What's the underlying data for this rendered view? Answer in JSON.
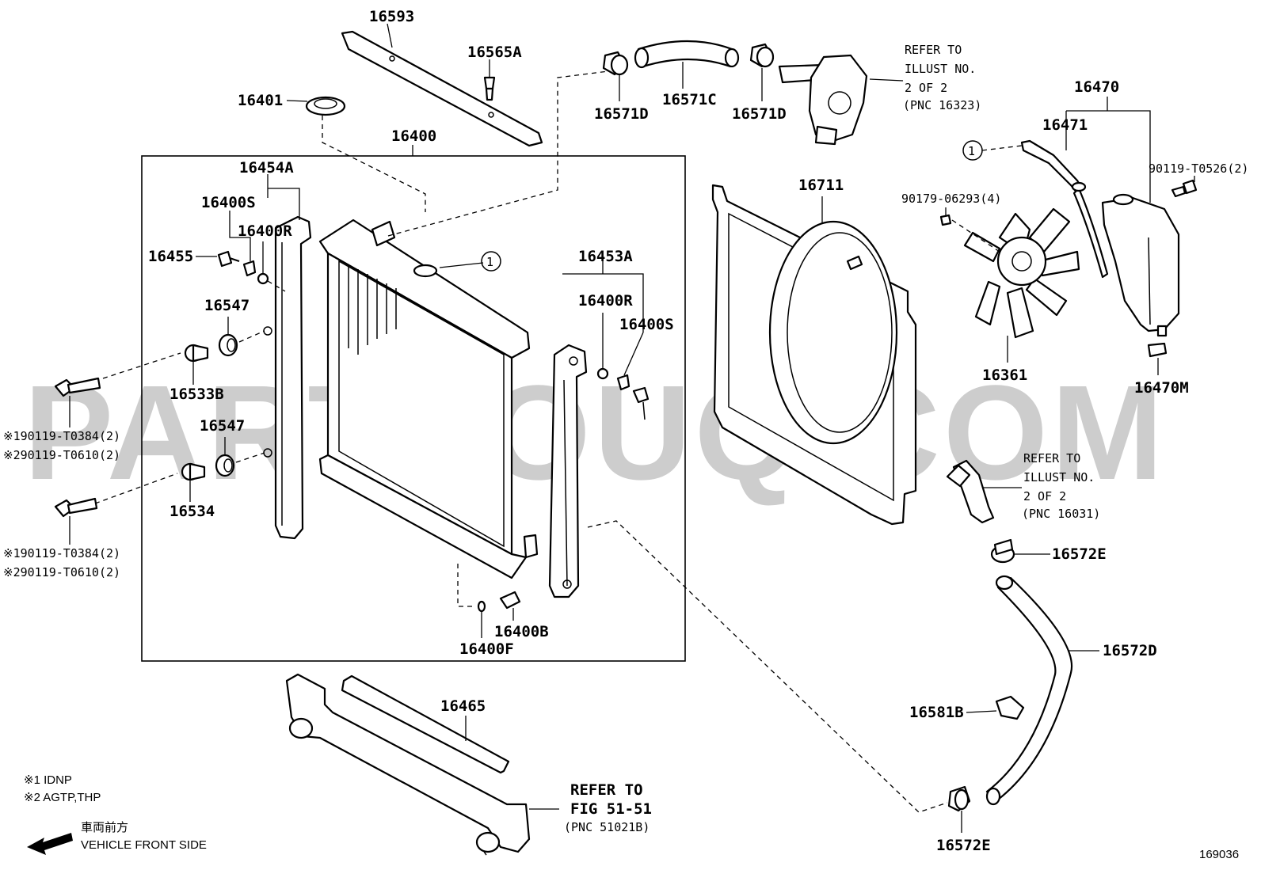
{
  "diagram": {
    "watermark": "PARTSOUQ.COM",
    "figure_number": "169036",
    "part_labels": {
      "p16593": "16593",
      "p16565A": "16565A",
      "p16401": "16401",
      "p16400": "16400",
      "p16454A": "16454A",
      "p16400S_left": "16400S",
      "p16400R_left": "16400R",
      "p16455": "16455",
      "p16547_top": "16547",
      "p16533B": "16533B",
      "p16547_bottom": "16547",
      "p16534": "16534",
      "p16453A": "16453A",
      "p16400R_right": "16400R",
      "p16400S_right": "16400S",
      "p16400B": "16400B",
      "p16400F": "16400F",
      "p16571D_left": "16571D",
      "p16571C": "16571C",
      "p16571D_right": "16571D",
      "p16711": "16711",
      "p16470": "16470",
      "p16471": "16471",
      "p90119_T0526": "90119-T0526(2)",
      "p90179_06293": "90179-06293(4)",
      "p16361": "16361",
      "p16470M": "16470M",
      "p16572E_top": "16572E",
      "p16572D": "16572D",
      "p16581B": "16581B",
      "p16572E_bottom": "16572E",
      "p16465": "16465"
    },
    "bolt_labels": {
      "upper_1": "※190119-T0384(2)",
      "upper_2": "※290119-T0610(2)",
      "lower_1": "※190119-T0384(2)",
      "lower_2": "※290119-T0610(2)"
    },
    "callout_circle": "1",
    "references": {
      "ref_16323": [
        "REFER TO",
        "ILLUST NO.",
        "2 OF 2",
        "(PNC 16323)"
      ],
      "ref_16031": [
        "REFER TO",
        "ILLUST NO.",
        "2 OF 2",
        "(PNC 16031)"
      ],
      "ref_51021B": [
        "REFER TO",
        "FIG 51-51",
        "(PNC 51021B)"
      ]
    },
    "notes": {
      "note1": "※1 IDNP",
      "note2": "※2 AGTP,THP",
      "front_jp": "車両前方",
      "front_en": "VEHICLE FRONT SIDE"
    }
  }
}
